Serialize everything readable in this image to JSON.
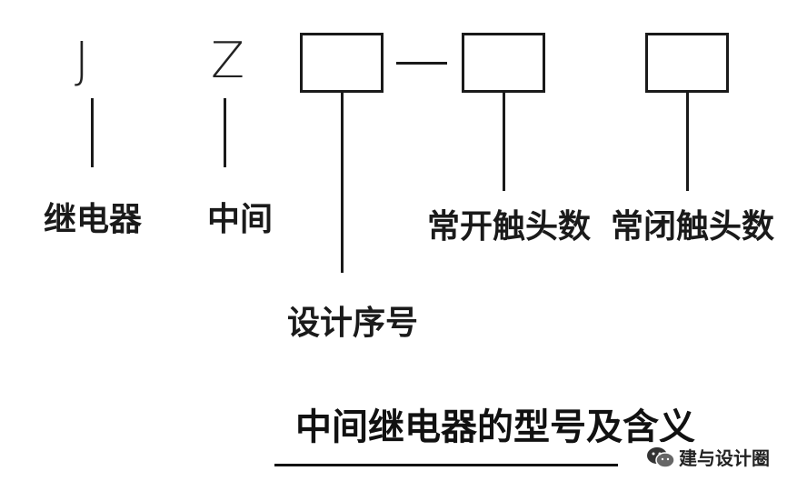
{
  "diagram": {
    "letters": [
      "J",
      "Z"
    ],
    "dash": "—",
    "labels": {
      "relay": "继电器",
      "intermediate": "中间",
      "design_serial": "设计序号",
      "no_contacts": "常开触头数",
      "nc_contacts": "常闭触头数"
    },
    "caption": "中间继电器的型号及含义",
    "watermark": "建与设计圈",
    "watermark_icon": "wechat-icon"
  }
}
